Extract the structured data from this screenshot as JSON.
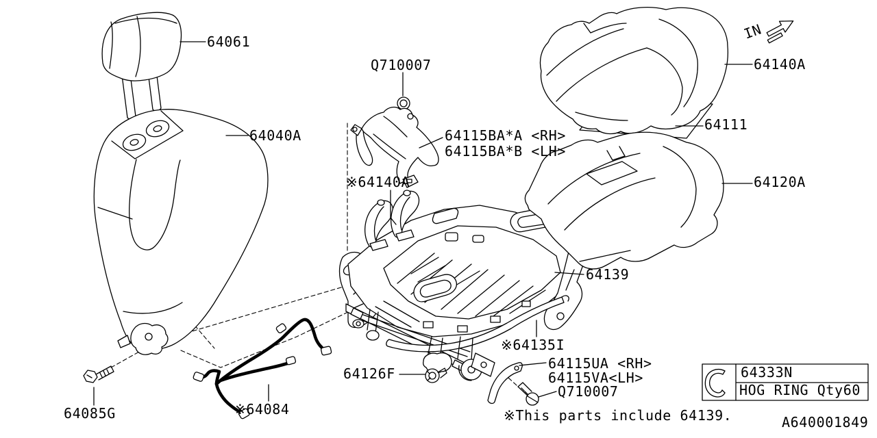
{
  "colors": {
    "background": "#ffffff",
    "line": "#000000"
  },
  "direction_indicator": {
    "text": "IN"
  },
  "note": {
    "text": "※This parts include 64139."
  },
  "footer": {
    "drawing_code": "A640001849"
  },
  "hog_ring_box": {
    "part_number": "64333N",
    "description": "HOG RING Qty60",
    "icon": "hog-ring"
  },
  "labels": [
    {
      "part": "headrest",
      "text": "64061"
    },
    {
      "part": "seat-back-cover",
      "text": "64040A"
    },
    {
      "part": "screw-upper",
      "text": "Q710007"
    },
    {
      "part": "side-shield-rh",
      "text": "64115BA*A <RH>"
    },
    {
      "part": "side-shield-lh",
      "text": "64115BA*B <LH>"
    },
    {
      "part": "cushion-cover-ref",
      "text": "※64140A"
    },
    {
      "part": "cushion-cover",
      "text": "64140A"
    },
    {
      "part": "cushion-pad-sheet",
      "text": "64111"
    },
    {
      "part": "cushion-pad",
      "text": "64120A"
    },
    {
      "part": "seat-frame",
      "text": "64139"
    },
    {
      "part": "stabilizer-bar",
      "text": "※64135I"
    },
    {
      "part": "hinge-cover-rh",
      "text": "64115UA <RH>"
    },
    {
      "part": "hinge-cover-lh",
      "text": "64115VA<LH>"
    },
    {
      "part": "screw-lower",
      "text": "Q710007"
    },
    {
      "part": "front-bolt",
      "text": "64126F"
    },
    {
      "part": "hinge-bolt",
      "text": "64085G"
    },
    {
      "part": "wiring-harness",
      "text": "※64084"
    }
  ]
}
